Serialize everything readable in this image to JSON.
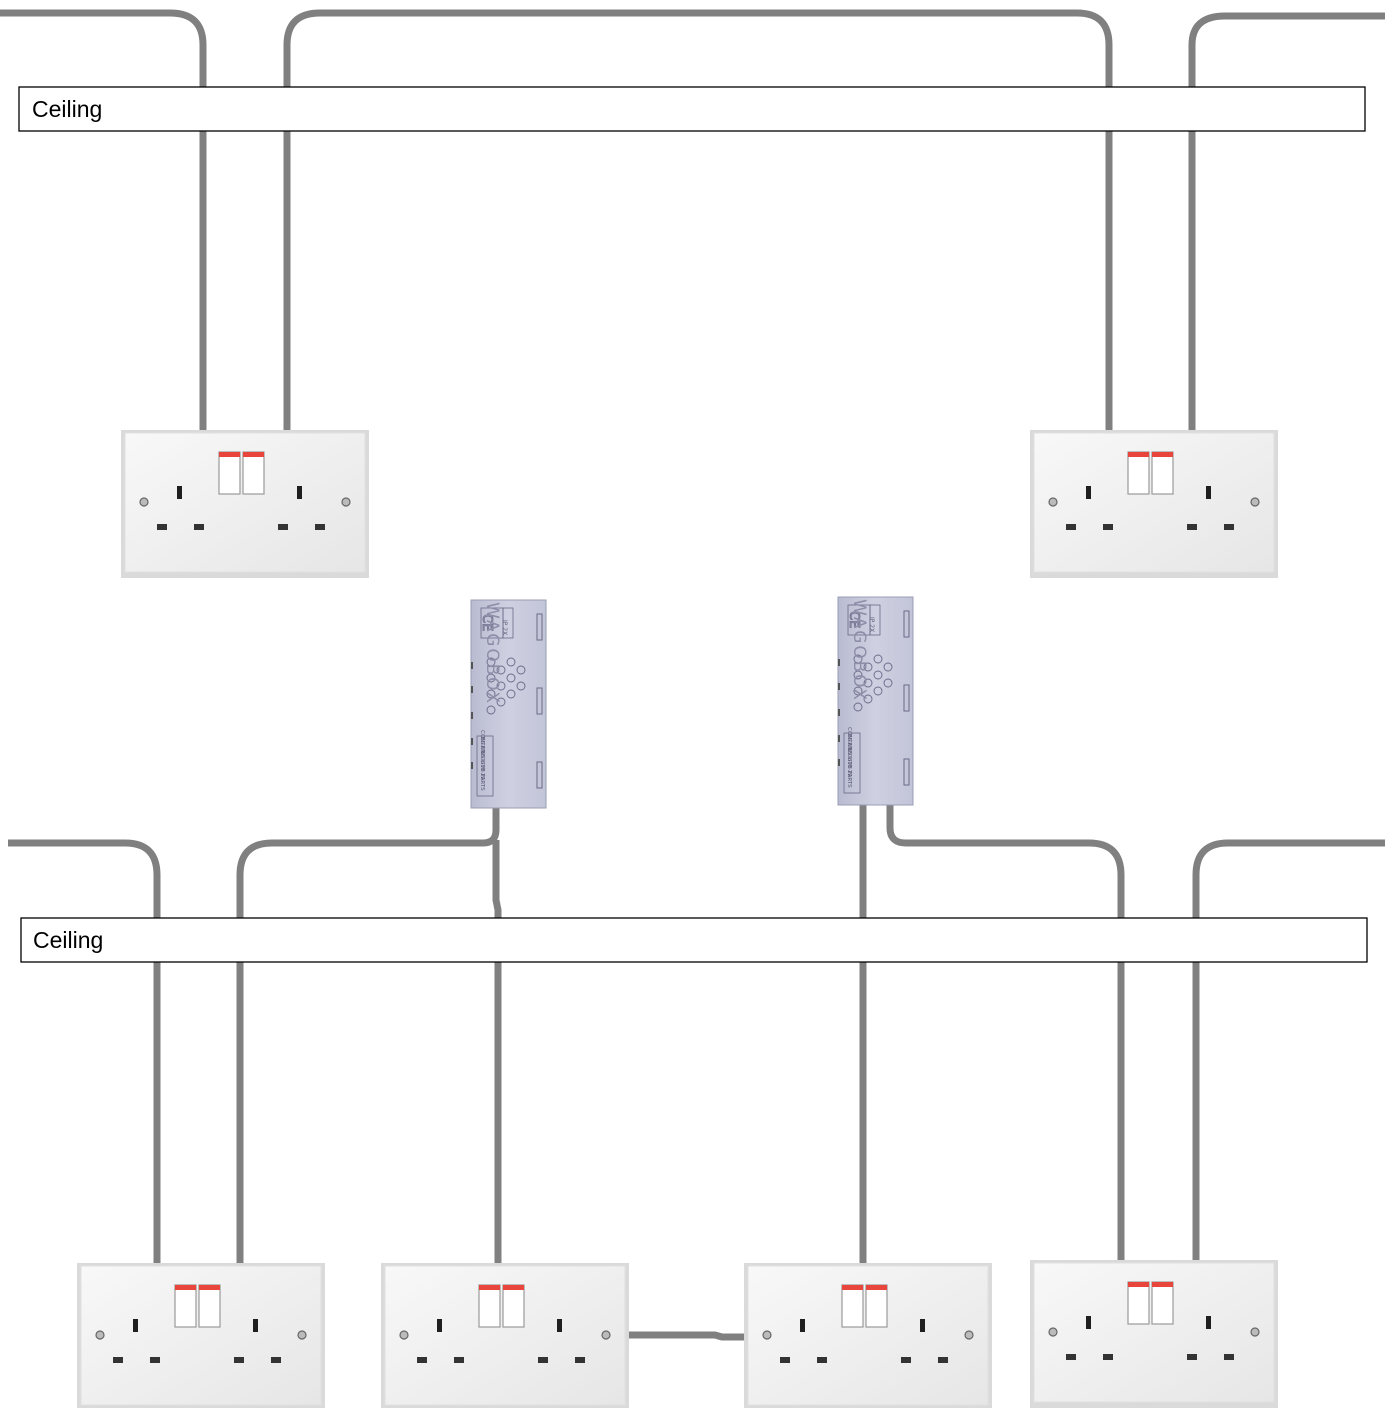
{
  "diagram": {
    "ceilings": [
      {
        "id": "upper",
        "label": "Ceiling"
      },
      {
        "id": "lower",
        "label": "Ceiling"
      }
    ],
    "junction_box": {
      "brand": "WAGOBOX",
      "standard": "BS EN60670-22",
      "note": "CONTAINS LIVE PARTS",
      "ip_rating": "IP 2X",
      "ce_mark": "CE"
    },
    "colors": {
      "cable": "#808080",
      "socket_plate": "#f2f2f2",
      "switch_indicator": "#e8453c",
      "junction_box": "#c9cbdd"
    }
  }
}
